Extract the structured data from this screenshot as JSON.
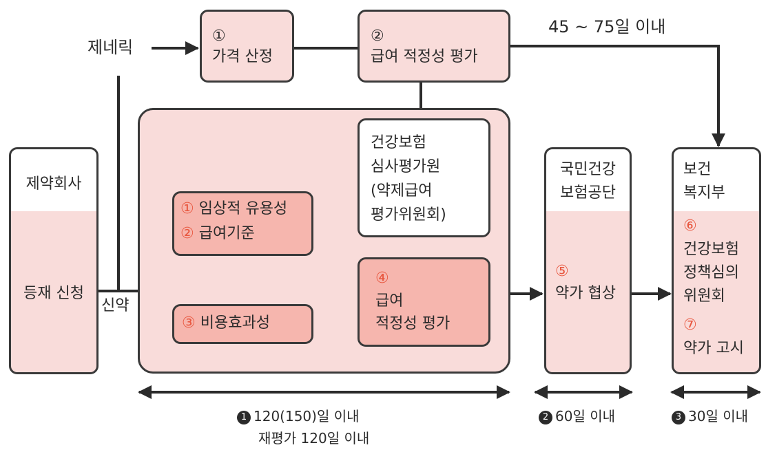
{
  "generic_label": "제네릭",
  "pricing": {
    "num": "①",
    "label": "가격 산정"
  },
  "top_eval": {
    "num": "②",
    "label": "급여 적정성 평가"
  },
  "top_deadline": "45 ~ 75일 이내",
  "pharma": {
    "title": "제약회사",
    "body": "등재 신청"
  },
  "new_drug": "신약",
  "hira": {
    "line1": "건강보험",
    "line2": "심사평가원",
    "line3": "(약제급여",
    "line4": "평가위원회)"
  },
  "criteria": {
    "n1": "①",
    "l1": "임상적 유용성",
    "n2": "②",
    "l2": "급여기준"
  },
  "cost_eff": {
    "num": "③",
    "label": "비용효과성"
  },
  "adequacy": {
    "num": "④",
    "line1": "급여",
    "line2": "적정성 평가"
  },
  "nhis": {
    "line1": "국민건강",
    "line2": "보험공단",
    "num": "⑤",
    "body": "약가 협상"
  },
  "mohw": {
    "line1": "보건",
    "line2": "복지부",
    "num6": "⑥",
    "b1": "건강보험",
    "b2": "정책심의",
    "b3": "위원회",
    "num7": "⑦",
    "b4": "약가 고시"
  },
  "durations": {
    "d1_num": "1",
    "d1": "120(150)일 이내",
    "d1_sub": "재평가 120일 이내",
    "d2_num": "2",
    "d2": "60일 이내",
    "d3_num": "3",
    "d3": "30일 이내"
  },
  "colors": {
    "light_pink": "#f9dcda",
    "deep_pink": "#f6b6ae",
    "number_orange": "#e8573f",
    "border": "#3a3a3a"
  }
}
